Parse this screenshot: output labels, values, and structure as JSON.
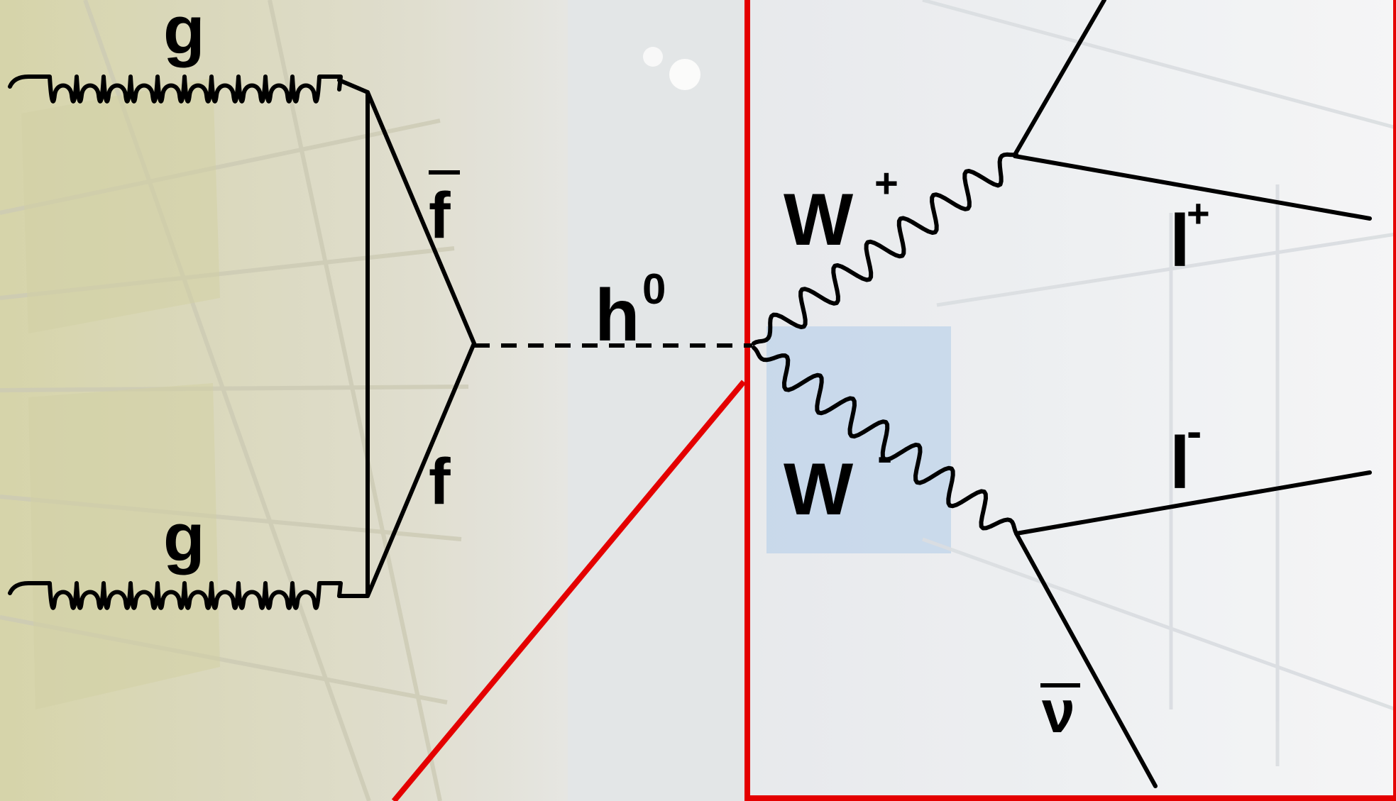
{
  "diagram": {
    "labels": {
      "gluon_top": "g",
      "gluon_bottom": "g",
      "antifermion": "f",
      "fermion": "f",
      "higgs": "h",
      "higgs_sup": "0",
      "w_plus": "W",
      "w_plus_sup": "+",
      "w_minus": "W",
      "w_minus_sup": "-",
      "lepton_plus": "l",
      "lepton_plus_sup": "+",
      "lepton_minus": "l",
      "lepton_minus_sup": "-",
      "antineutrino": "ν"
    },
    "colors": {
      "lines": "#000000",
      "highlight_box": "#e40000",
      "background_left": "#d8d6b0",
      "background_center": "#e4e8ea",
      "background_right": "#f2f3f5",
      "detector_blue": "#a9c9ea"
    }
  }
}
